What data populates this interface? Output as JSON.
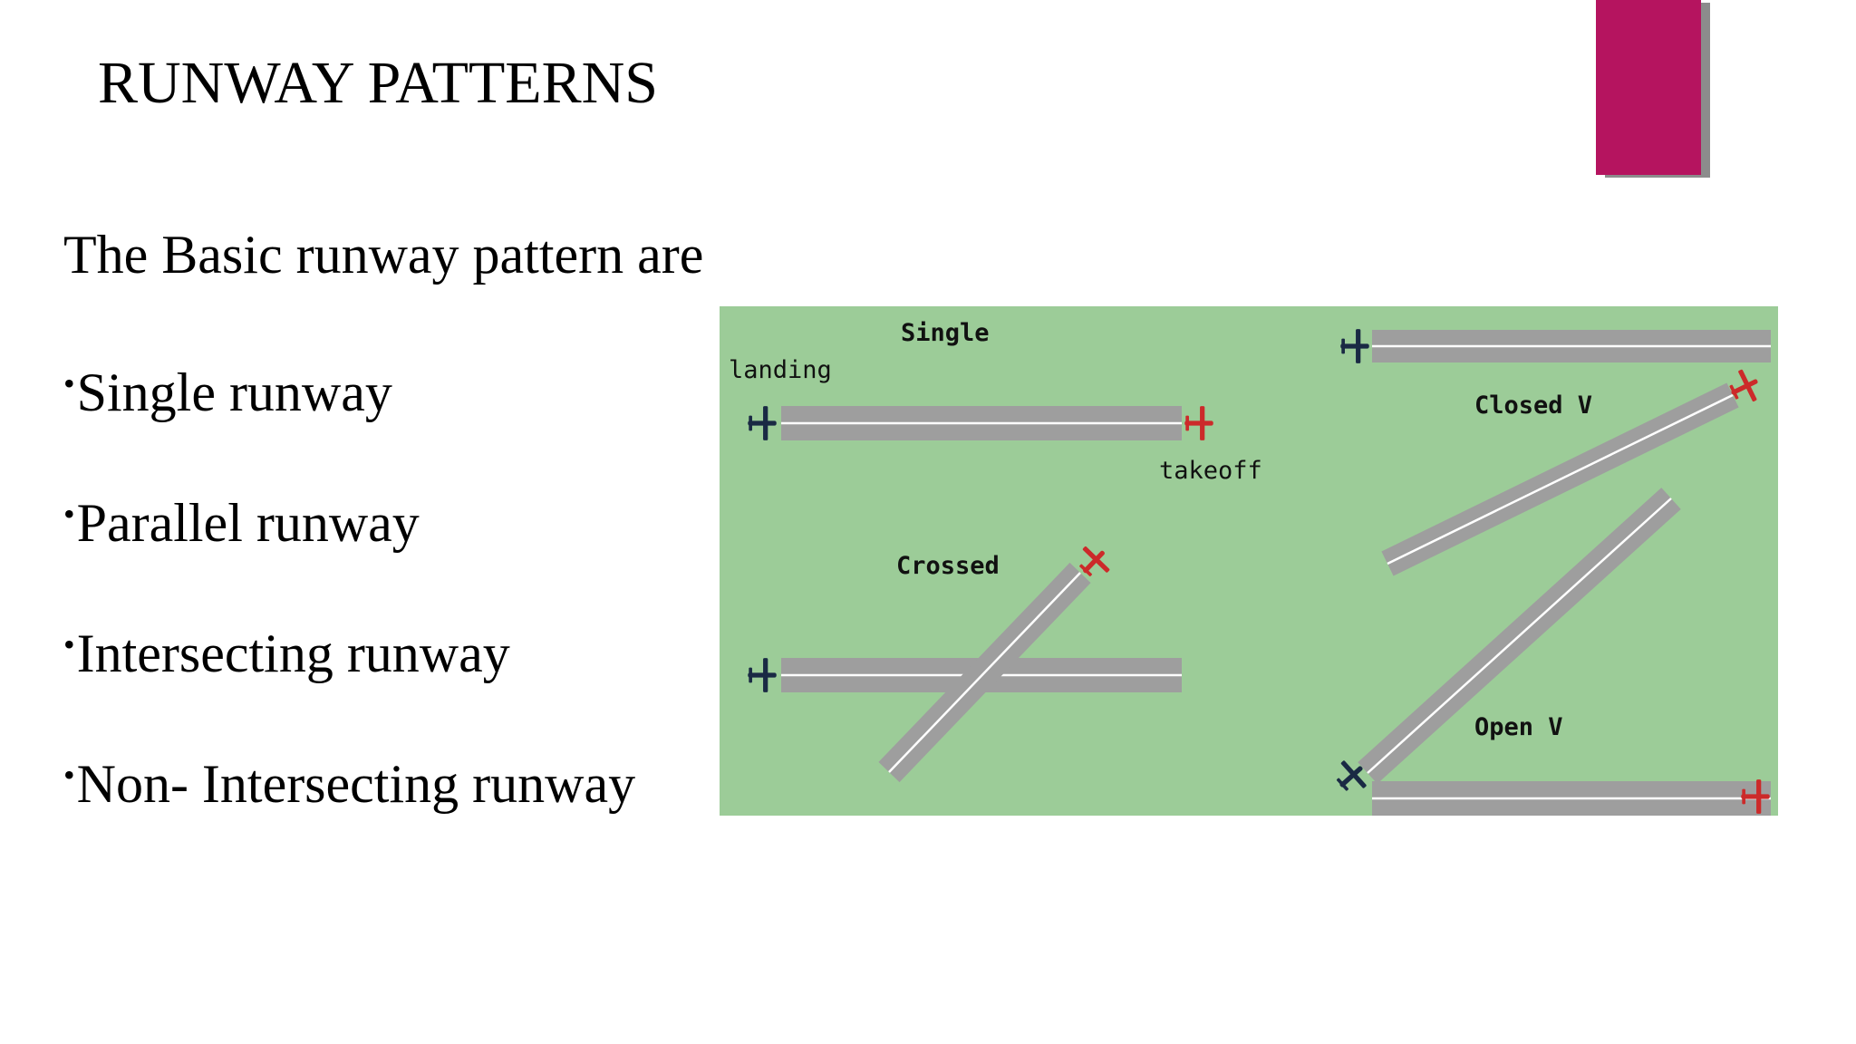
{
  "slide": {
    "title": "RUNWAY PATTERNS",
    "intro": "The Basic runway pattern are",
    "bullet_symbol": "•",
    "bullets": [
      "Single runway",
      "Parallel runway",
      "Intersecting runway",
      "Non- Intersecting runway"
    ],
    "accent_color": "#b5145f"
  },
  "diagram": {
    "background_color": "#9ccc98",
    "runway_color": "#9e9e9e",
    "landing_plane_color": "#1a2a44",
    "takeoff_plane_color": "#cc2a2a",
    "labels": {
      "single": "Single",
      "landing": "landing",
      "takeoff": "takeoff",
      "crossed": "Crossed",
      "closed_v": "Closed V",
      "open_v": "Open V"
    }
  }
}
